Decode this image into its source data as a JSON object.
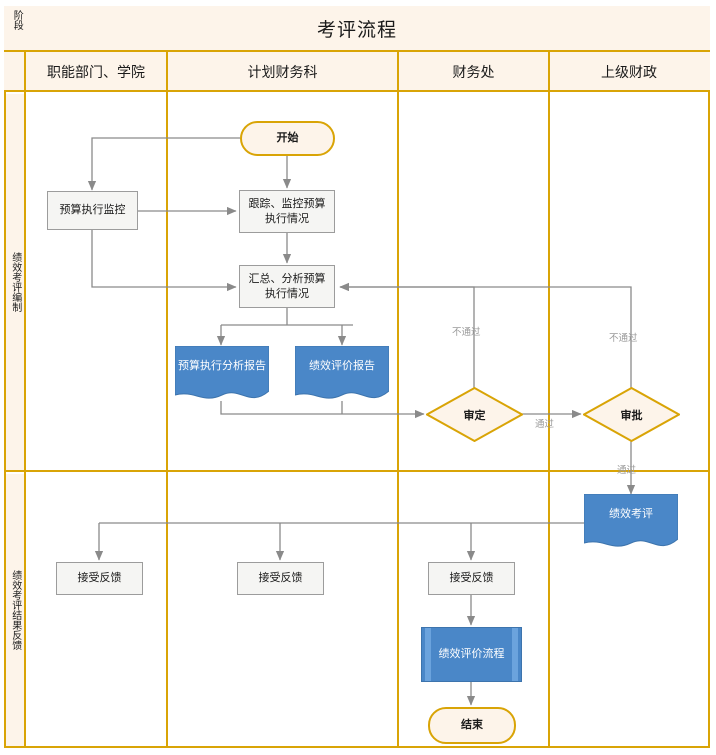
{
  "chart": {
    "title": "考评流程",
    "stage_header": "阶段",
    "columns": [
      {
        "name": "职能部门、学院"
      },
      {
        "name": "计划财务科"
      },
      {
        "name": "财务处"
      },
      {
        "name": "上级财政"
      }
    ],
    "lanes": [
      {
        "label": "绩效考评编制"
      },
      {
        "label": "绩效考评结果反馈"
      }
    ],
    "nodes": {
      "start": "开始",
      "monitor": "预算执行监控",
      "track": "跟踪、监控预算执行情况",
      "summarize": "汇总、分析预算执行情况",
      "report_budget": "预算执行分析报告",
      "report_perf": "绩效评价报告",
      "review": "审定",
      "approve": "审批",
      "assessment": "绩效考评",
      "feedback1": "接受反馈",
      "feedback2": "接受反馈",
      "feedback3": "接受反馈",
      "eval_process": "绩效评价流程",
      "end": "结束"
    },
    "edge_labels": {
      "reject_review": "不通过",
      "reject_approve": "不通过",
      "pass_review": "通过",
      "pass_approve": "通过"
    },
    "colors": {
      "accent": "#D9A406",
      "header_bg": "#FDF4EA",
      "process_bg": "#F5F5F3",
      "process_border": "#9C9C9C",
      "doc_blue": "#4A87C8",
      "connector": "#8a8a8a",
      "label_gray": "#9a9a9a"
    }
  }
}
